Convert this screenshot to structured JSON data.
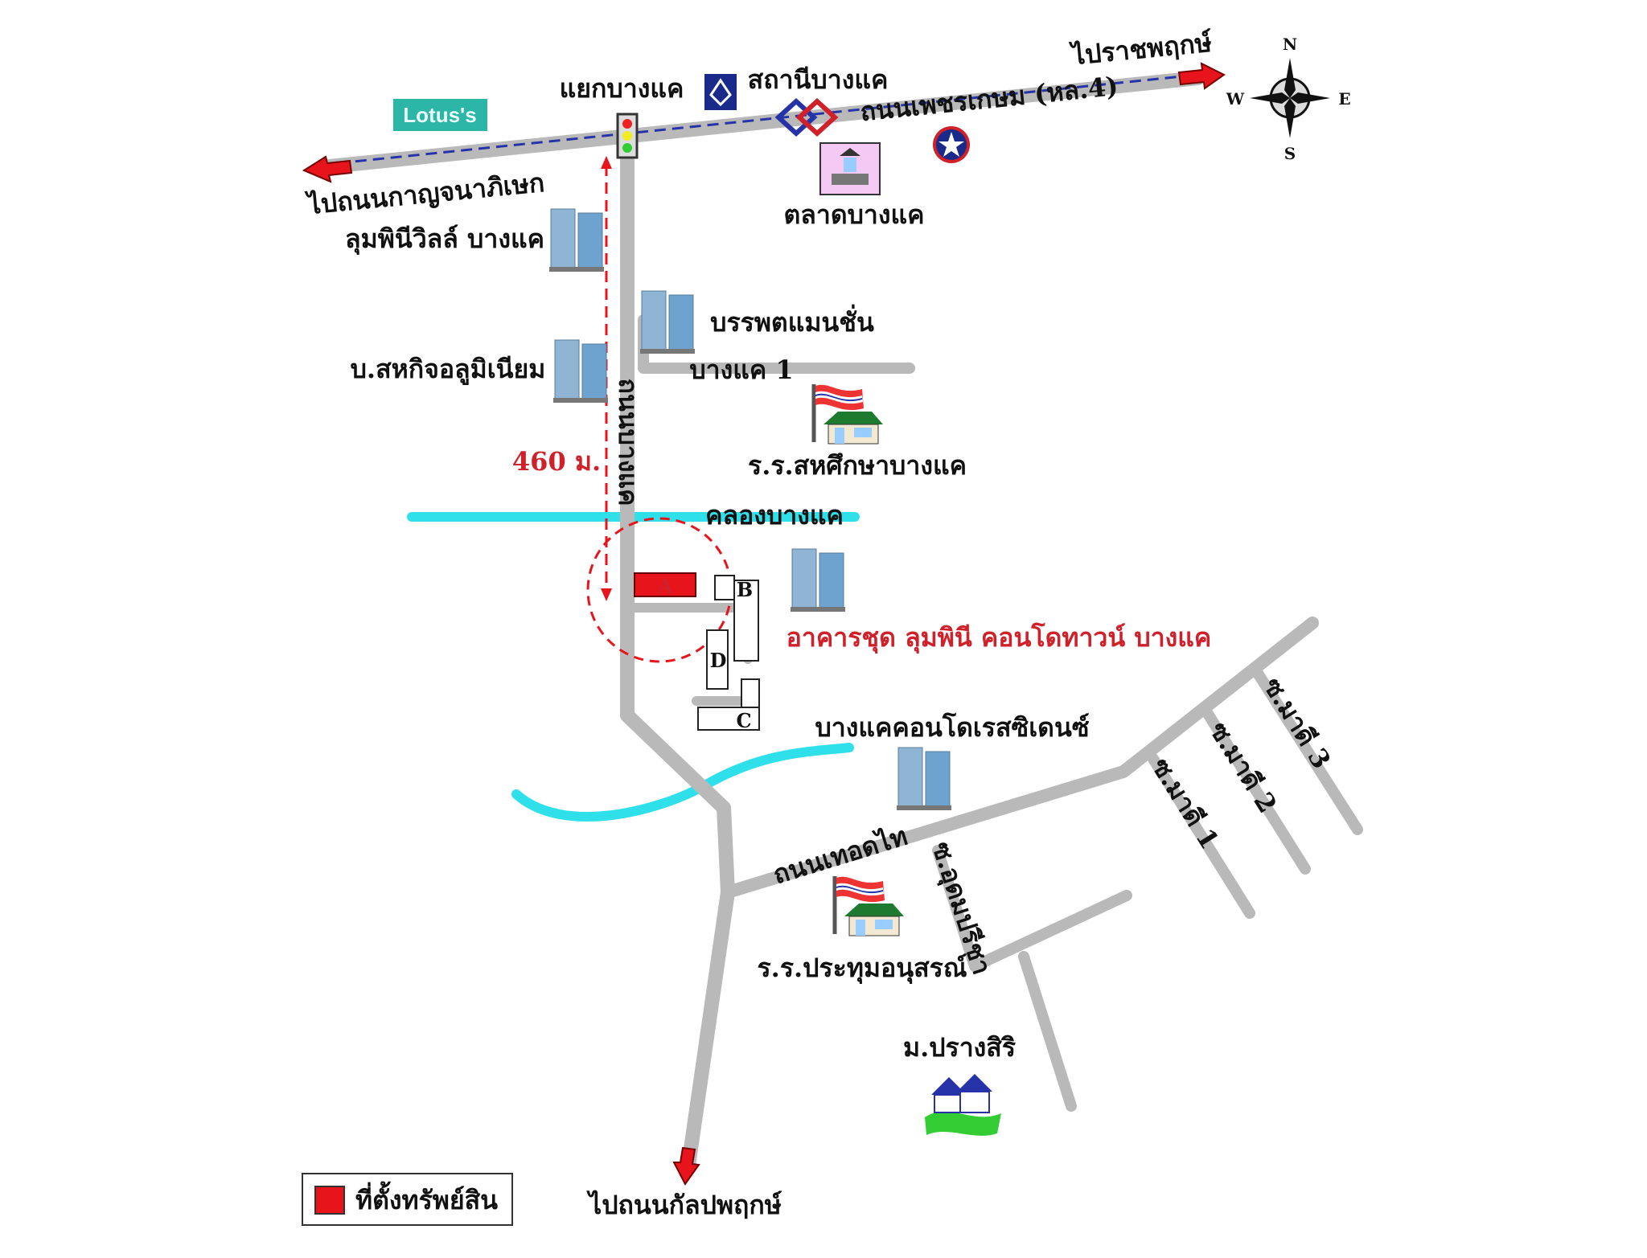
{
  "map": {
    "roads": {
      "main_road": "ถนนเพชรเกษม (หล.4)",
      "to_west": "ไปถนนกาญจนาภิเษก",
      "to_east": "ไปราชพฤกษ์",
      "to_south": "ไปถนนกัลปพฤกษ์",
      "vertical_road": "ถนนบางแค",
      "branch_1": "บางแค 1",
      "theptai": "ถนนเทอดไท",
      "soi_udom": "ซ.อุดมปรีชา",
      "soi_madi_1": "ซ.มาดี 1",
      "soi_madi_2": "ซ.มาดี 2",
      "soi_madi_3": "ซ.มาดี 3"
    },
    "places": {
      "lotus": "Lotus's",
      "junction": "แยกบางแค",
      "station": "สถานีบางแค",
      "market": "ตลาดบางแค",
      "lumpini_ville": "ลุมพินีวิลล์ บางแค",
      "banpot_mansion": "บรรพตแมนชั่น",
      "aluminium_co": "บ.สหกิจอลูมิเนียม",
      "school_1": "ร.ร.สหศึกษาบางแค",
      "canal": "คลองบางแค",
      "property_title": "อาคารชุด ลุมพินี คอนโดทาวน์ บางแค",
      "condo_residence": "บางแคคอนโดเรสซิเดนซ์",
      "school_2": "ร.ร.ประทุมอนุสรณ์",
      "village": "ม.ปรางสิริ"
    },
    "distance": "460 ม.",
    "buildings": {
      "a": "A",
      "b": "B",
      "c": "C",
      "d": "D"
    },
    "compass": {
      "n": "N",
      "s": "S",
      "e": "E",
      "w": "W"
    },
    "legend": {
      "label": "ที่ตั้งทรัพย์สิน"
    },
    "colors": {
      "road": "#b9b9b9",
      "canal": "#2fe0ea",
      "property": "#e8141c",
      "accent_red": "#d0202a",
      "lotus": "#2bb6a8"
    }
  }
}
